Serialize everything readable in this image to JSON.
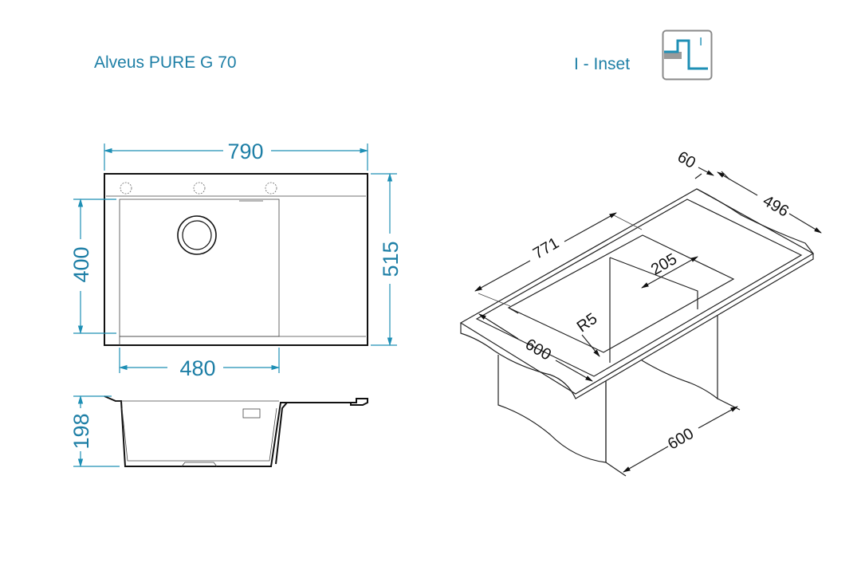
{
  "header": {
    "title": "Alveus PURE G 70",
    "mount_label": "I - Inset",
    "mount_icon_letter": "I"
  },
  "dimensions": {
    "top_view": {
      "width": "790",
      "depth": "515",
      "bowl_depth": "400",
      "bowl_width": "480"
    },
    "side_view": {
      "bowl_height": "198"
    },
    "iso_view": {
      "cabinet_depth": "60",
      "drainer_width": "496",
      "inner_length": "771",
      "drainer_depth": "205",
      "corner_radius": "R5",
      "front_width": "600",
      "cabinet_width": "600"
    }
  },
  "colors": {
    "accent": "#1e8fb5",
    "text": "#1e7fa6",
    "line": "#222222"
  }
}
